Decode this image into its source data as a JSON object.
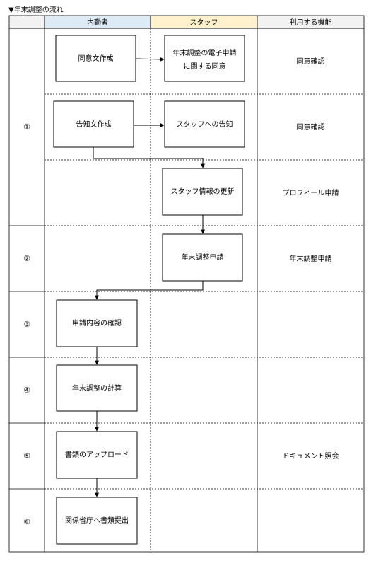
{
  "title": "▼年末調整の流れ",
  "headers": {
    "col1": "",
    "col2": "内勤者",
    "col3": "スタッフ",
    "col4": "利用する機能"
  },
  "row_labels": [
    "①",
    "②",
    "③",
    "④",
    "⑤",
    "⑥"
  ],
  "boxes": {
    "doui_sakusei": "同意文作成",
    "denshi_line1": "年末調整の電子申請",
    "denshi_line2": "に関する同意",
    "kokuchi_sakusei": "告知文作成",
    "staff_kokuchi": "スタッフへの告知",
    "staff_koushin": "スタッフ情報の更新",
    "nenmatsu_shinsei": "年末調整申請",
    "kakunin": "申請内容の確認",
    "keisan": "年末調整の計算",
    "upload": "書類のアップロード",
    "teishutsu": "関係省庁へ書類提出"
  },
  "features": {
    "f1": "同意確認",
    "f2": "同意確認",
    "f3": "プロフィール申請",
    "f4": "年末調整申請",
    "f5": "ドキュメント照会"
  },
  "colors": {
    "header_col2": "#ddebf7",
    "header_col3": "#fff2cc",
    "header_col4": "#f2f2f2",
    "header_col1": "#f2f2f2",
    "line": "#000000"
  }
}
